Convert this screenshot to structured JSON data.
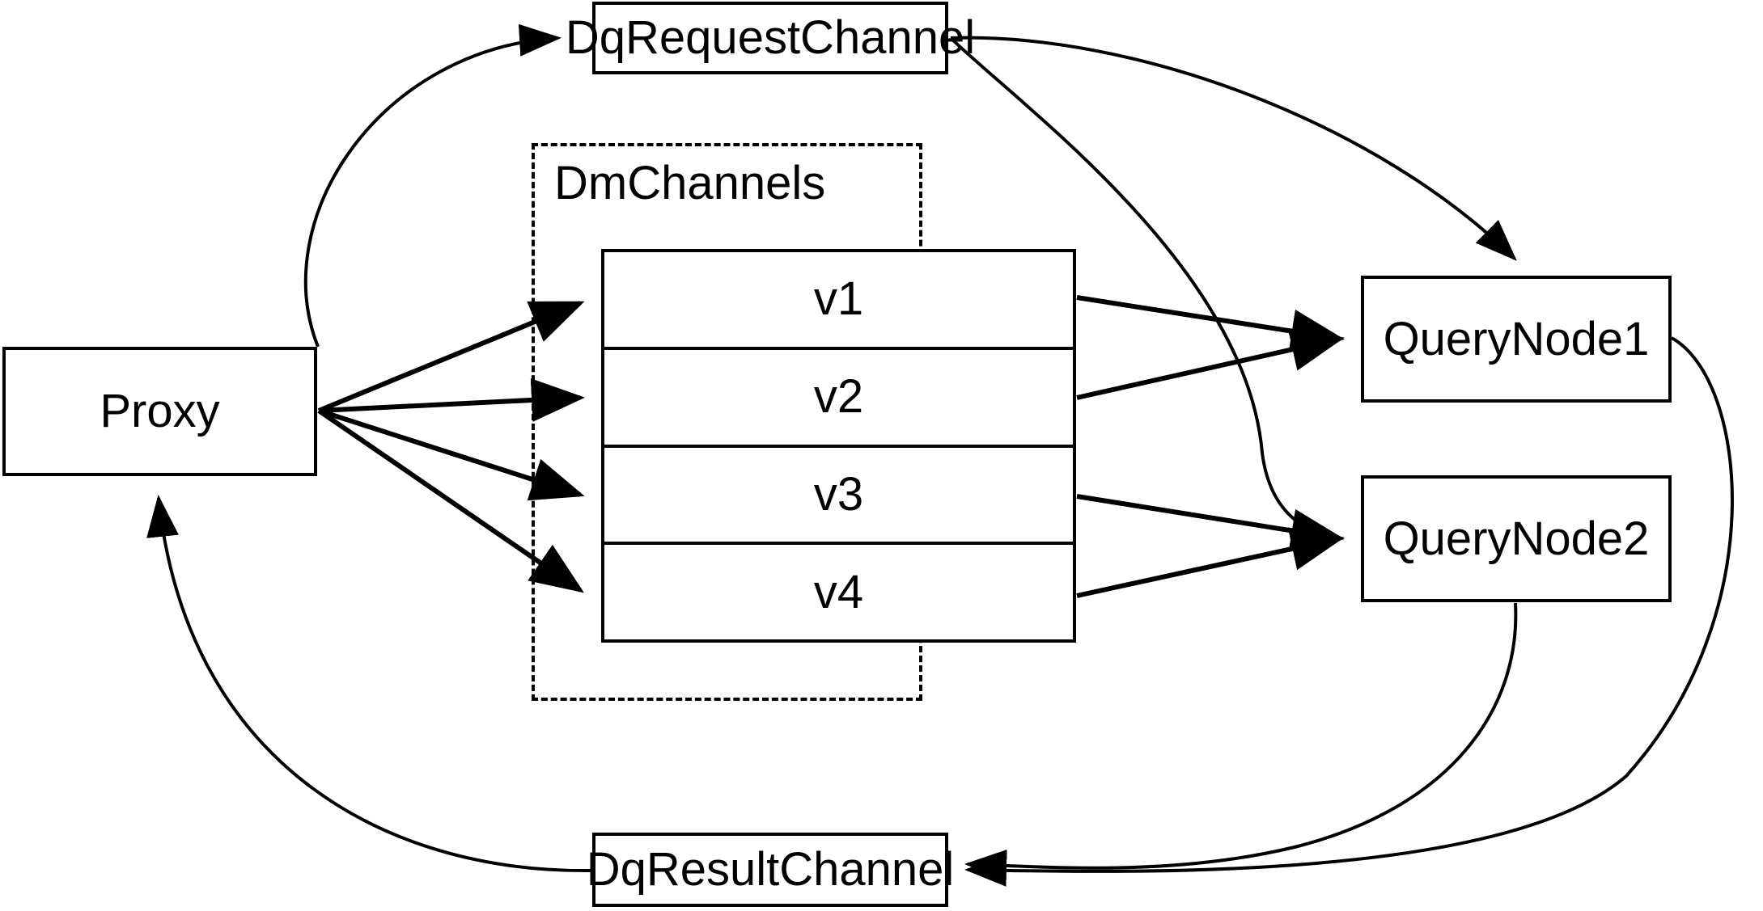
{
  "diagram": {
    "title": "Milvus distributed query channel flow",
    "background_color": "#ffffff",
    "stroke_color": "#000000"
  },
  "nodes": {
    "proxy": {
      "label": "Proxy"
    },
    "dq_request_channel": {
      "label": "DqRequestChannel"
    },
    "dq_result_channel": {
      "label": "DqResultChannel"
    },
    "query_node_1": {
      "label": "QueryNode1"
    },
    "query_node_2": {
      "label": "QueryNode2"
    }
  },
  "group": {
    "dm_channels": {
      "label": "DmChannels",
      "border_style": "dashed",
      "rows": [
        {
          "label": "v1"
        },
        {
          "label": "v2"
        },
        {
          "label": "v3"
        },
        {
          "label": "v4"
        }
      ]
    }
  },
  "edges": [
    {
      "id": "proxy-to-dq-request",
      "from": "Proxy",
      "to": "DqRequestChannel",
      "style": "curved",
      "arrow": "end"
    },
    {
      "id": "proxy-to-v1",
      "from": "Proxy",
      "to": "v1",
      "style": "straight",
      "arrow": "end"
    },
    {
      "id": "proxy-to-v2",
      "from": "Proxy",
      "to": "v2",
      "style": "straight",
      "arrow": "end"
    },
    {
      "id": "proxy-to-v3",
      "from": "Proxy",
      "to": "v3",
      "style": "straight",
      "arrow": "end"
    },
    {
      "id": "proxy-to-v4",
      "from": "Proxy",
      "to": "v4",
      "style": "straight",
      "arrow": "end"
    },
    {
      "id": "v1-to-querynode1",
      "from": "v1",
      "to": "QueryNode1",
      "style": "straight",
      "arrow": "end"
    },
    {
      "id": "v2-to-querynode1",
      "from": "v2",
      "to": "QueryNode1",
      "style": "straight",
      "arrow": "end"
    },
    {
      "id": "v3-to-querynode2",
      "from": "v3",
      "to": "QueryNode2",
      "style": "straight",
      "arrow": "end"
    },
    {
      "id": "v4-to-querynode2",
      "from": "v4",
      "to": "QueryNode2",
      "style": "straight",
      "arrow": "end"
    },
    {
      "id": "dq-request-to-querynode1",
      "from": "DqRequestChannel",
      "to": "QueryNode1",
      "style": "curved",
      "arrow": "end"
    },
    {
      "id": "dq-request-to-querynode2",
      "from": "DqRequestChannel",
      "to": "QueryNode2",
      "style": "curved",
      "arrow": "end"
    },
    {
      "id": "querynode1-to-dq-result",
      "from": "QueryNode1",
      "to": "DqResultChannel",
      "style": "curved",
      "arrow": "end"
    },
    {
      "id": "querynode2-to-dq-result",
      "from": "QueryNode2",
      "to": "DqResultChannel",
      "style": "curved",
      "arrow": "end"
    },
    {
      "id": "dq-result-to-proxy",
      "from": "DqResultChannel",
      "to": "Proxy",
      "style": "curved",
      "arrow": "end"
    }
  ]
}
